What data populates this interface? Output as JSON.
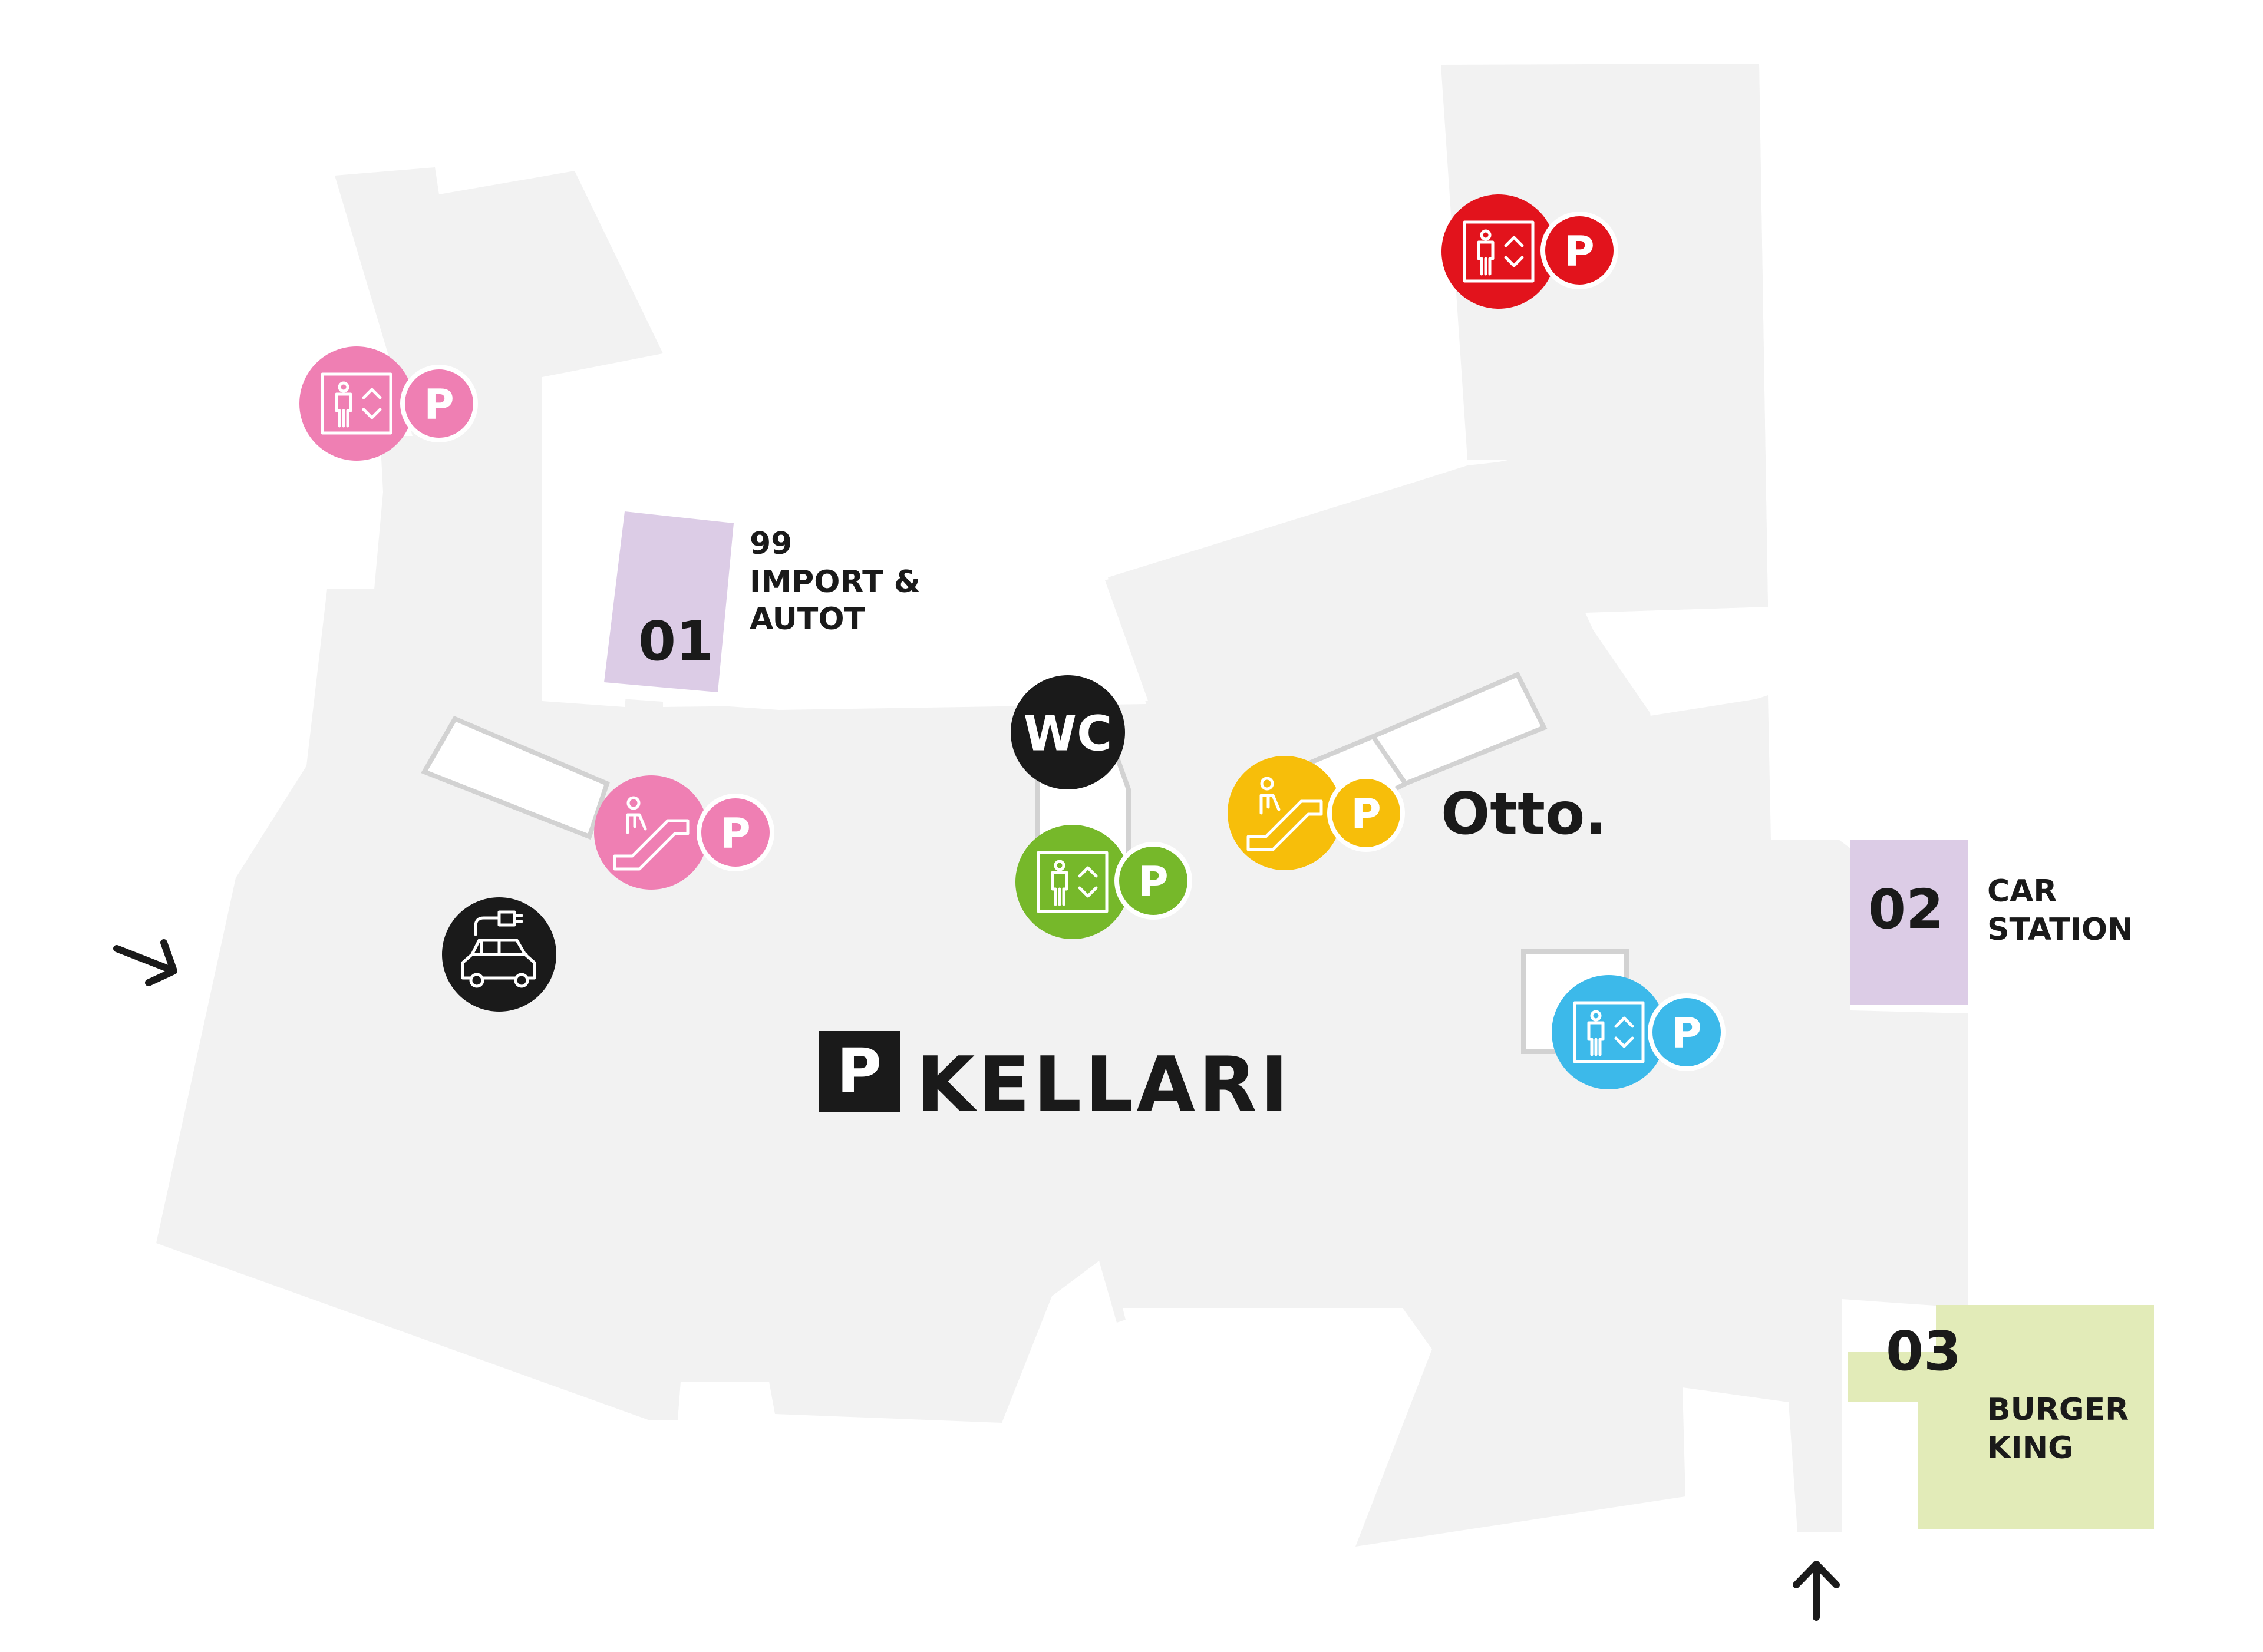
{
  "floor": {
    "badge_letter": "P",
    "name": "KELLARI"
  },
  "shops": [
    {
      "number": "01",
      "name_lines": [
        "99",
        "IMPORT &",
        "AUTOT"
      ],
      "color": "#dccce6"
    },
    {
      "number": "02",
      "name_lines": [
        "CAR",
        "STATION"
      ],
      "color": "#dccce6"
    },
    {
      "number": "03",
      "name_lines": [
        "BURGER",
        "KING"
      ],
      "color": "#e2ebb8"
    }
  ],
  "services": {
    "wc": {
      "label": "WC",
      "color": "#1a1a1a"
    },
    "ev_charging": {
      "icon": "ev-charging-icon",
      "color": "#1a1a1a"
    },
    "otto_atm": {
      "label": "Otto."
    }
  },
  "access_points": [
    {
      "id": "elevator-pink-nw",
      "type": "elevator",
      "icon": "elevator-icon",
      "parking_letter": "P",
      "color": "#ef7fb3"
    },
    {
      "id": "escalator-pink",
      "type": "escalator",
      "icon": "escalator-icon",
      "parking_letter": "P",
      "color": "#ef7fb3"
    },
    {
      "id": "elevator-red",
      "type": "elevator",
      "icon": "elevator-icon",
      "parking_letter": "P",
      "color": "#e2131c"
    },
    {
      "id": "elevator-green",
      "type": "elevator",
      "icon": "elevator-icon",
      "parking_letter": "P",
      "color": "#76b82a"
    },
    {
      "id": "escalator-yellow",
      "type": "escalator",
      "icon": "escalator-icon",
      "parking_letter": "P",
      "color": "#f7be0a"
    },
    {
      "id": "elevator-blue",
      "type": "elevator",
      "icon": "elevator-icon",
      "parking_letter": "P",
      "color": "#3cb9ea"
    }
  ],
  "colors": {
    "floor_fill": "#f2f2f2",
    "outline": "#d2d2d2",
    "text": "#1a1a1a"
  }
}
